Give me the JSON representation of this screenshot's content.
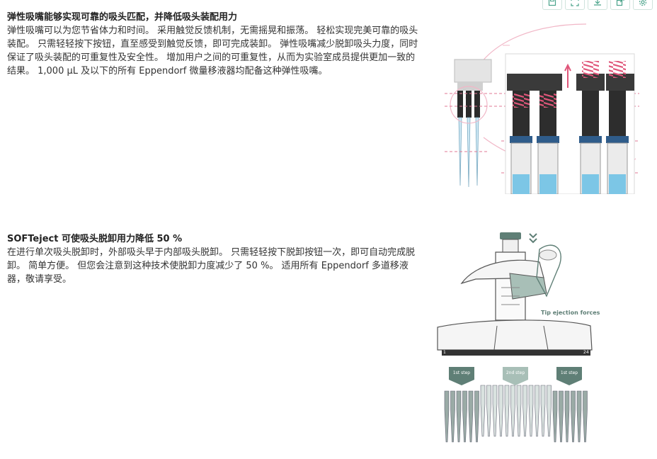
{
  "toolbar": {
    "icons": [
      "save-icon",
      "expand-icon",
      "download-icon",
      "share-icon",
      "settings-icon"
    ],
    "accent": "#4aa38a"
  },
  "section1": {
    "title": "弹性吸嘴能够实现可靠的吸头匹配，并降低吸头装配用力",
    "body": "弹性吸嘴可以为您节省体力和时间。 采用触觉反馈机制，无需摇晃和振荡。 轻松实现完美可靠的吸头装配。 只需轻轻按下按钮，直至感受到触觉反馈，即可完成装卸。 弹性吸嘴减少脱卸吸头力度，同时保证了吸头装配的可重复性及安全性。 增加用户之间的可重复性，从而为实验室成员提供更加一致的结果。 1,000 µL 及以下的所有 Eppendorf 微量移液器均配备这种弹性吸嘴。"
  },
  "section2": {
    "title": "SOFTeject 可使吸头脱卸用力降低 50 %",
    "body": "在进行单次吸头脱卸时，外部吸头早于内部吸头脱卸。 只需轻轻按下脱卸按钮一次，即可自动完成脱卸。 简单方便。 但您会注意到这种技术使脱卸力度减少了 50 %。 适用所有 Eppendorf 多道移液器，敬请享受。"
  },
  "figure2": {
    "annotation": "Tip ejection forces",
    "channel_start": "1",
    "channel_end": "24",
    "step1_left": "1st step",
    "step2": "2nd step",
    "step1_right": "1st step"
  },
  "colors": {
    "spring": "#e0567a",
    "dashed": "#e07a95",
    "liquid": "#7cc6e6",
    "dark_gray": "#3a3a3a",
    "step_teal": "#5f7f76",
    "step_light": "#a8bfb7",
    "outline": "#556"
  }
}
